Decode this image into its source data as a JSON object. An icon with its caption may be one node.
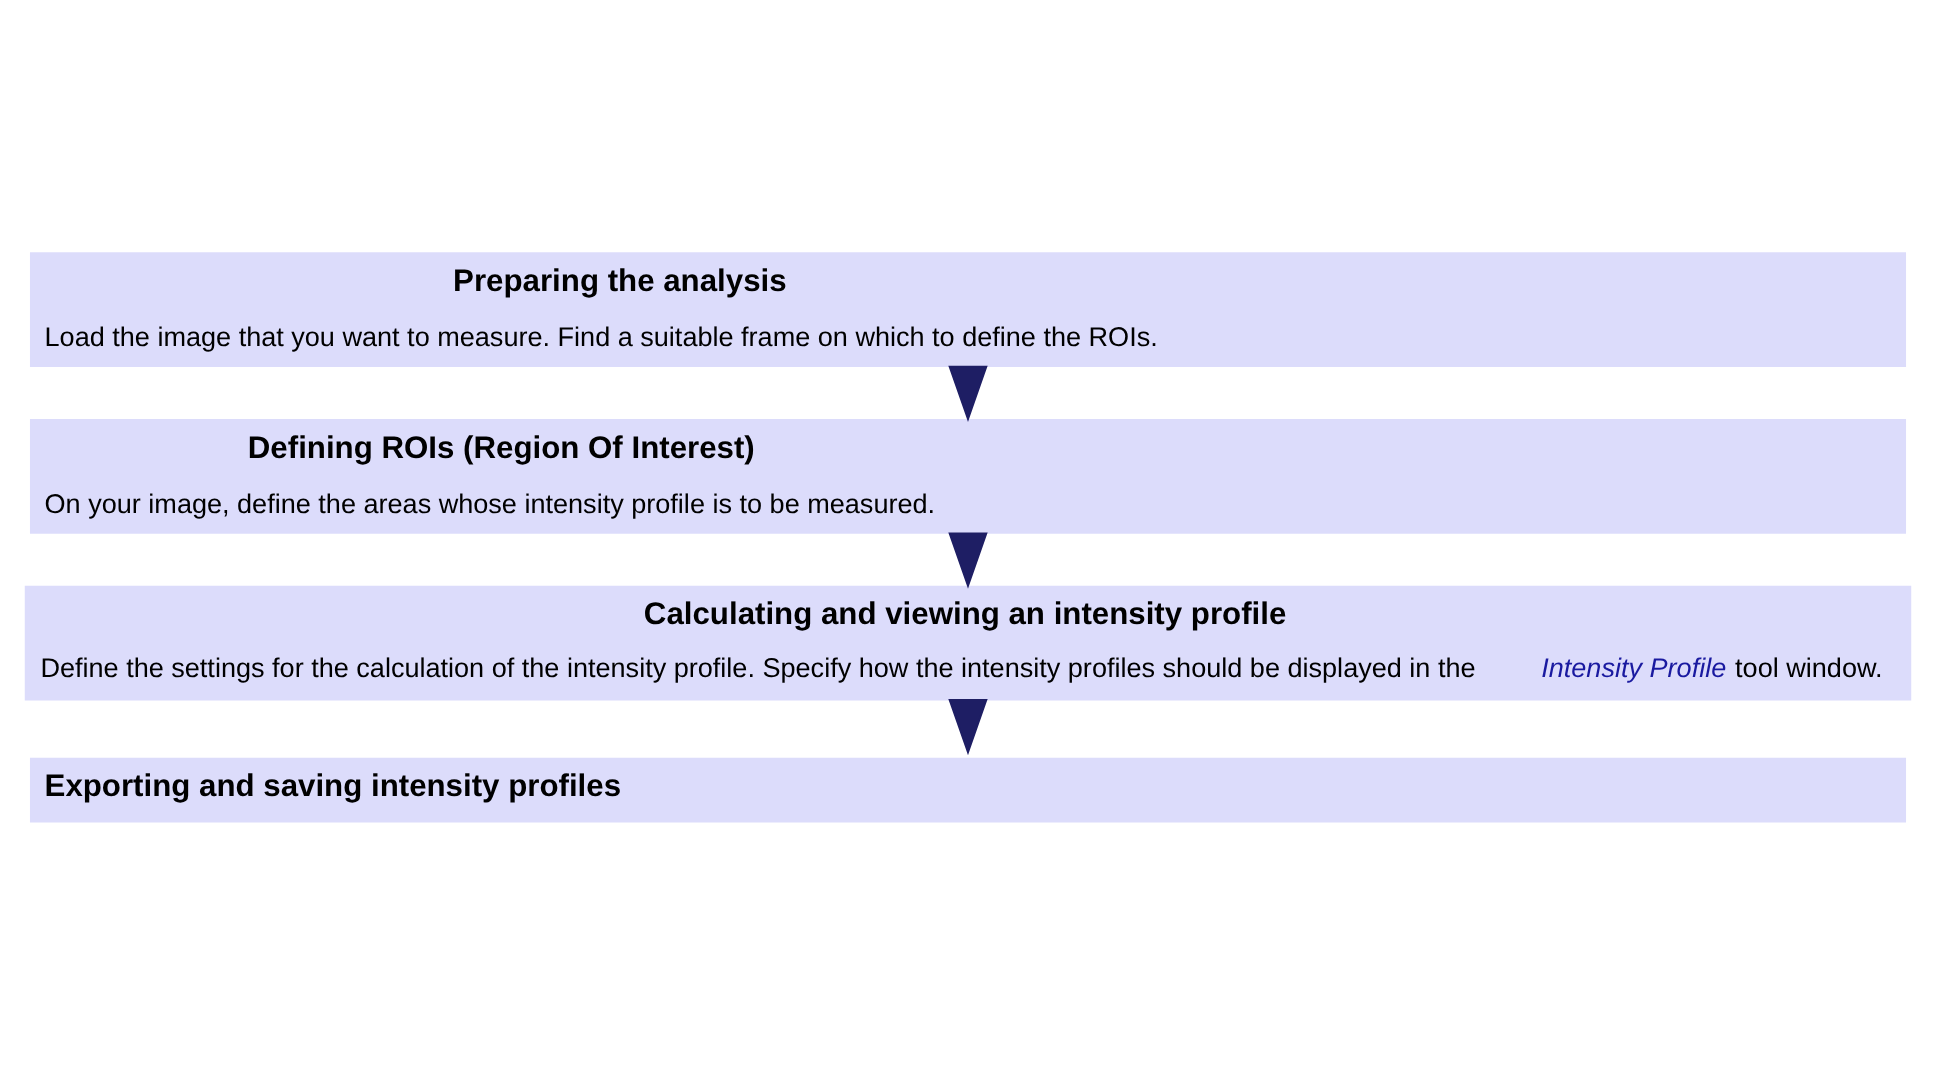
{
  "diagram": {
    "nodes": [
      {
        "text": [
          "Preparing the analysis",
          "Load the image that you want to measure. Find a suitable frame on which to define the ROIs."
        ]
      },
      {
        "text": [
          "Defining ROIs (Region Of Interest)",
          "On your image, define the areas whose intensity profile is to be measured."
        ]
      },
      {
        "text": [
          "Calculating and viewing an intensity profile",
          "Define the settings for the calculation of the intensity profile. Specify how the intensity profiles should be displayed in the *Intensity Profile* tool window."
        ]
      },
      {
        "text": [
          "Exporting and saving intensity profiles"
        ]
      }
    ],
    "edges": [
      {
        "from": 0,
        "to": 1,
        "arrow": "to"
      },
      {
        "from": 1,
        "to": 2,
        "arrow": "to"
      },
      {
        "from": 2,
        "to": 3,
        "arrow": "to"
      }
    ]
  }
}
